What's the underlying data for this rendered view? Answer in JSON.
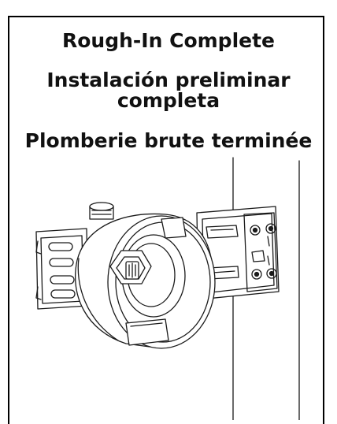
{
  "headings": {
    "english": "Rough-In Complete",
    "spanish_line1": "Instalación preliminar",
    "spanish_line2": "completa",
    "french": "Plomberie brute terminée"
  },
  "colors": {
    "stroke": "#1a1a1a",
    "background": "#ffffff"
  },
  "illustration": {
    "subject": "rough-in valve with plaster guard mounted to stud bracket",
    "icons": [
      "valve-body",
      "plaster-guard-ring",
      "mounting-bracket",
      "wall-stud"
    ]
  }
}
